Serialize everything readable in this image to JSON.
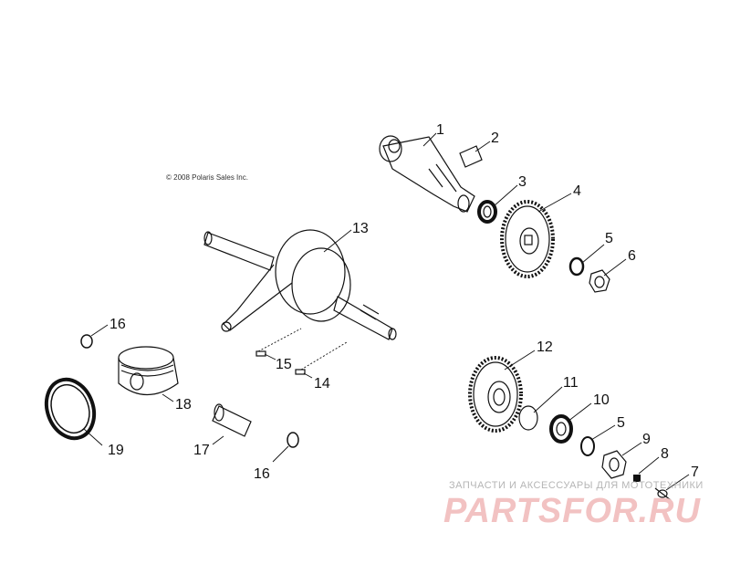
{
  "copyright": "© 2008 Polaris Sales Inc.",
  "watermark": {
    "tagline": "ЗАПЧАСТИ И АКСЕССУАРЫ ДЛЯ МОТОТЕХНИКИ",
    "brand": "PARTSFOR.RU"
  },
  "callouts": {
    "p1": "1",
    "p2": "2",
    "p3": "3",
    "p4": "4",
    "p5a": "5",
    "p6": "6",
    "p12": "12",
    "p11": "11",
    "p10": "10",
    "p5b": "5",
    "p9": "9",
    "p8": "8",
    "p7": "7",
    "p13": "13",
    "p15": "15",
    "p14": "14",
    "p16a": "16",
    "p16b": "16",
    "p18": "18",
    "p17": "17",
    "p19": "19"
  }
}
